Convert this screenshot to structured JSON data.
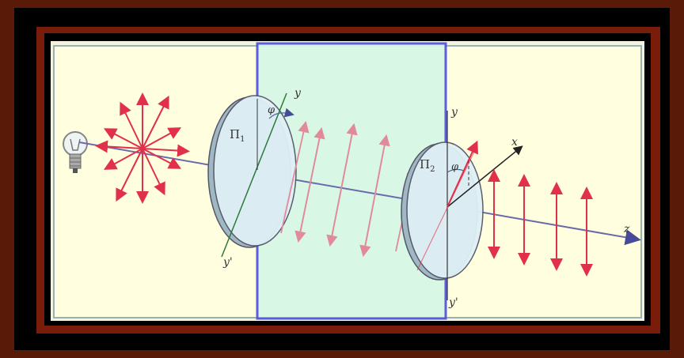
{
  "labels": {
    "polarizer1": "Π",
    "polarizer1_sub": "1",
    "polarizer2": "Π",
    "polarizer2_sub": "2",
    "angle1": "φ",
    "angle2": "φ",
    "axis_y1": "y",
    "axis_y1_prime": "y'",
    "axis_y2": "y",
    "axis_y2_prime": "y'",
    "axis_x": "x",
    "axis_z": "z"
  },
  "colors": {
    "background": "#5a1a08",
    "panel": "#ffffe0",
    "highlight": "#d6f7e6",
    "highlight_border": "#5555dd",
    "arrows": "#e0304a",
    "beam": "#6a6aaa",
    "lens": "#dff0f6"
  },
  "icons": {
    "lamp": "light-bulb-icon"
  }
}
